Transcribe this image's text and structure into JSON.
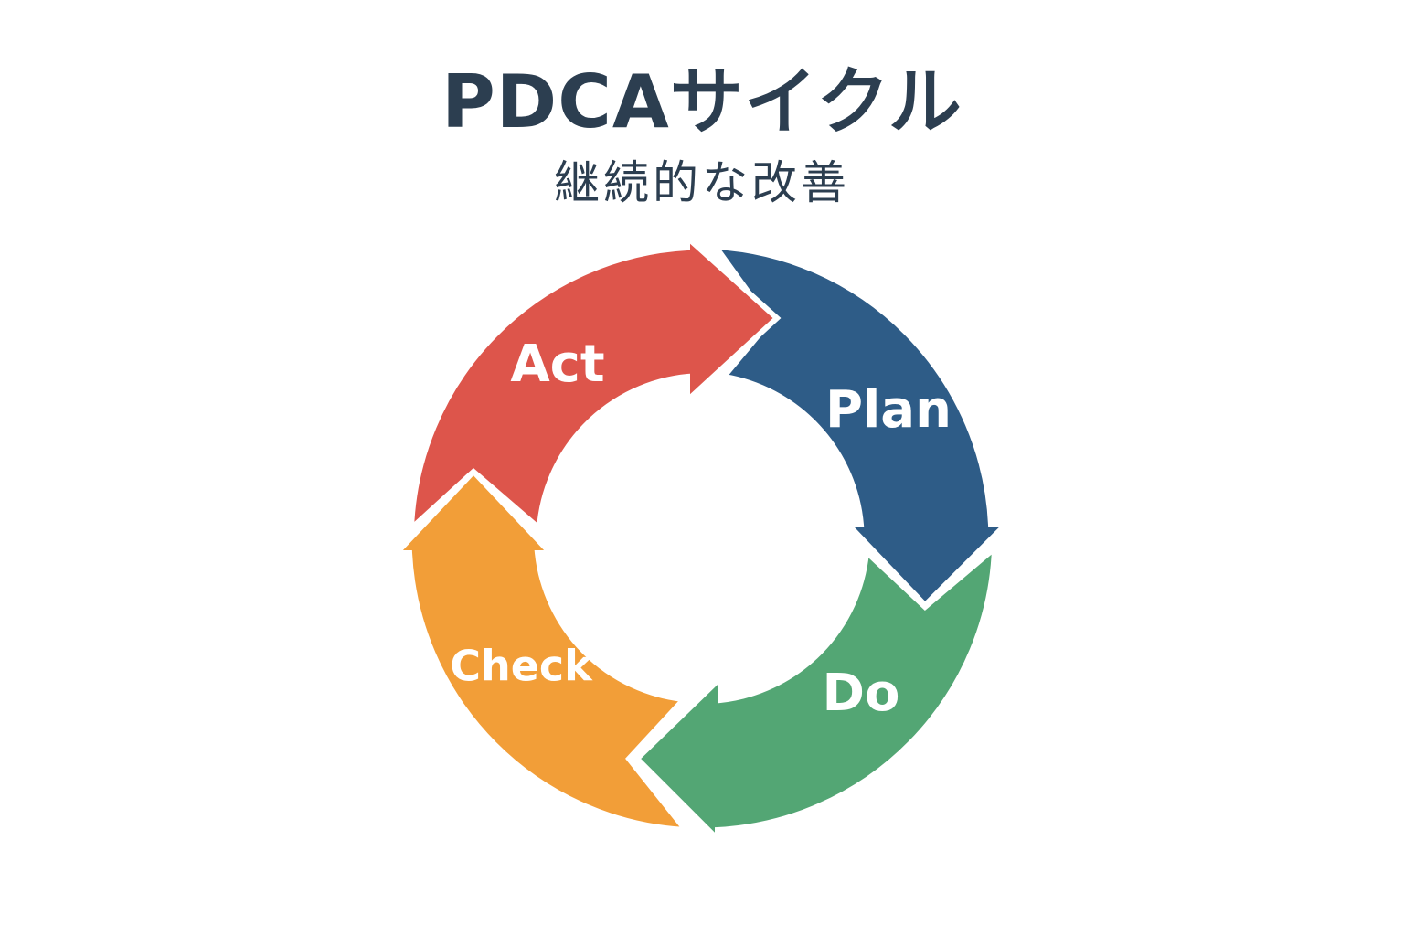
{
  "title": "PDCAサイクル",
  "subtitle": "継続的な改善",
  "colors": {
    "text": "#2c3e50",
    "background": "#ffffff",
    "label": "#ffffff"
  },
  "stages": [
    {
      "id": "plan",
      "label": "Plan",
      "color": "#2e5c87"
    },
    {
      "id": "do",
      "label": "Do",
      "color": "#53a674"
    },
    {
      "id": "check",
      "label": "Check",
      "color": "#f29e38"
    },
    {
      "id": "act",
      "label": "Act",
      "color": "#dd554b"
    }
  ]
}
